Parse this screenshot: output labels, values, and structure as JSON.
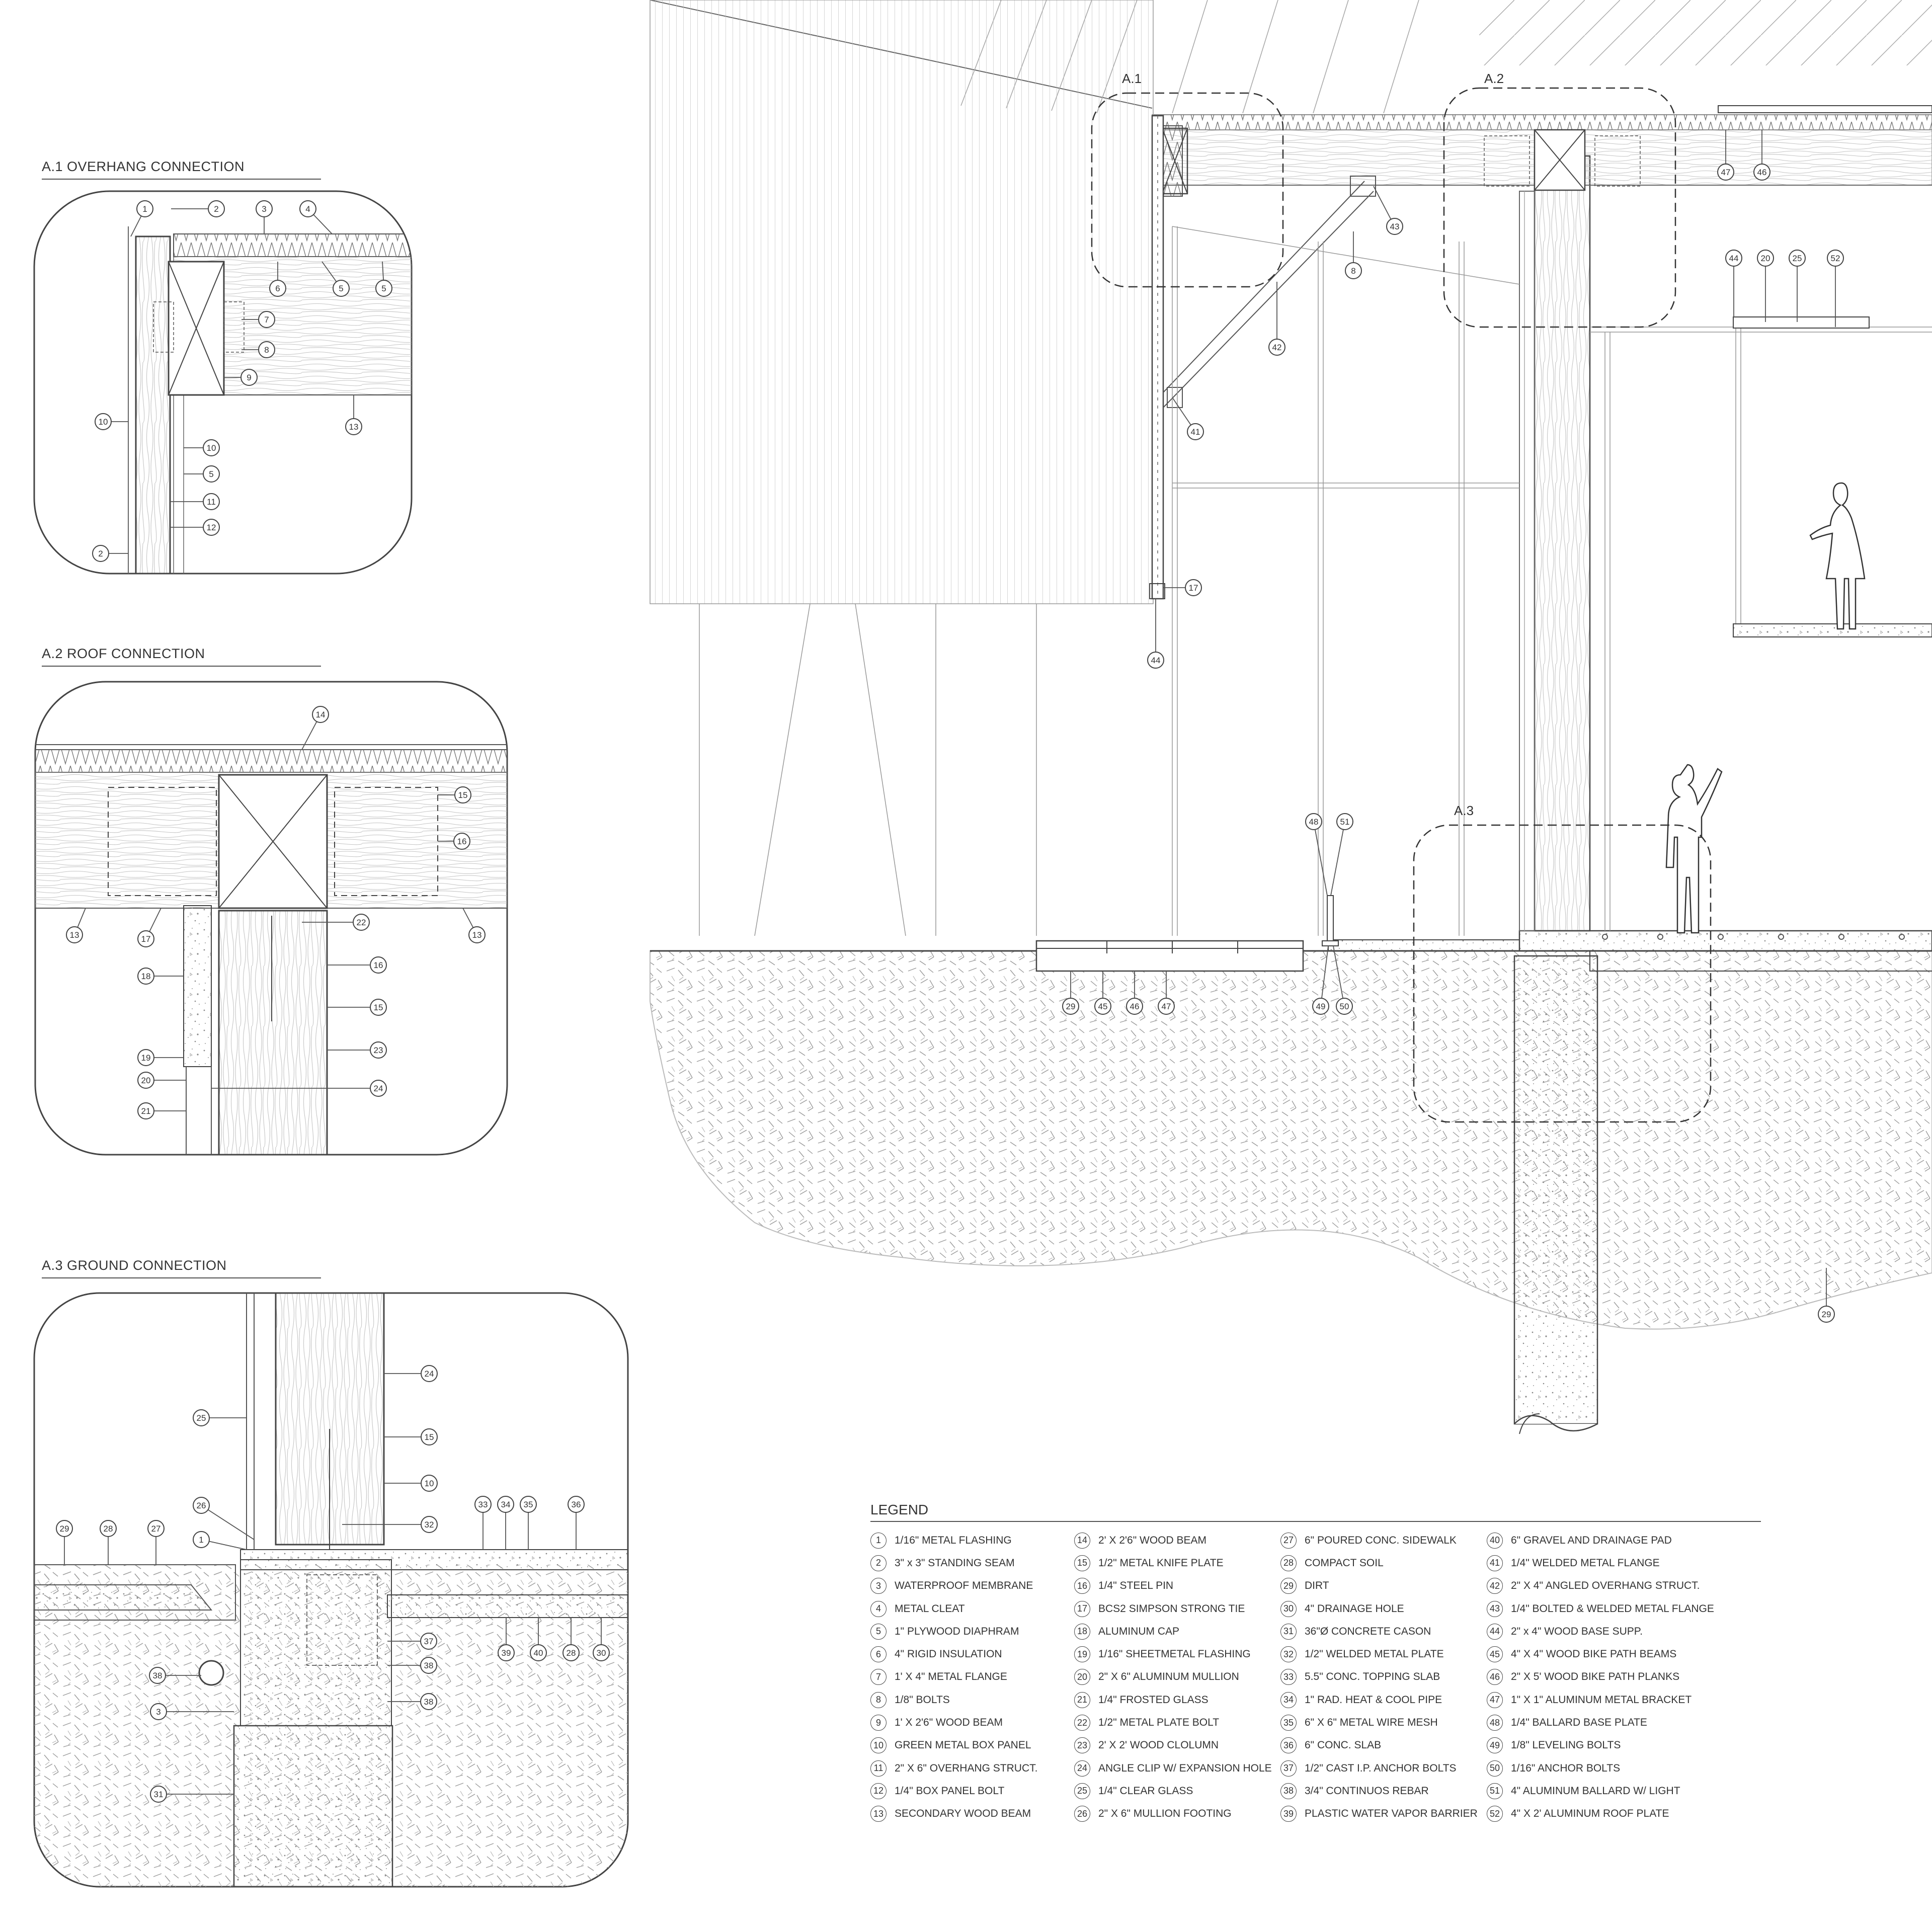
{
  "details": [
    {
      "id": "a1",
      "title": "A.1  OVERHANG CONNECTION"
    },
    {
      "id": "a2",
      "title": "A.2  ROOF CONNECTION"
    },
    {
      "id": "a3",
      "title": "A.3  GROUND CONNECTION"
    }
  ],
  "section_marks": [
    "A.1",
    "A.2",
    "A.3"
  ],
  "legend": {
    "title": "LEGEND",
    "items": [
      {
        "n": "1",
        "label": "1/16\" METAL FLASHING"
      },
      {
        "n": "2",
        "label": "3\" x 3\" STANDING SEAM"
      },
      {
        "n": "3",
        "label": "WATERPROOF MEMBRANE"
      },
      {
        "n": "4",
        "label": "METAL CLEAT"
      },
      {
        "n": "5",
        "label": "1\" PLYWOOD DIAPHRAM"
      },
      {
        "n": "6",
        "label": "4\" RIGID INSULATION"
      },
      {
        "n": "7",
        "label": "1' X 4\" METAL FLANGE"
      },
      {
        "n": "8",
        "label": "1/8\" BOLTS"
      },
      {
        "n": "9",
        "label": "1' X 2'6\" WOOD BEAM"
      },
      {
        "n": "10",
        "label": "GREEN METAL BOX PANEL"
      },
      {
        "n": "11",
        "label": "2\" X 6\" OVERHANG STRUCT."
      },
      {
        "n": "12",
        "label": "1/4\" BOX PANEL BOLT"
      },
      {
        "n": "13",
        "label": "SECONDARY WOOD BEAM"
      },
      {
        "n": "14",
        "label": "2' X 2'6\" WOOD BEAM"
      },
      {
        "n": "15",
        "label": "1/2\" METAL KNIFE PLATE"
      },
      {
        "n": "16",
        "label": "1/4\" STEEL PIN"
      },
      {
        "n": "17",
        "label": "BCS2 SIMPSON STRONG TIE"
      },
      {
        "n": "18",
        "label": "ALUMINUM CAP"
      },
      {
        "n": "19",
        "label": "1/16\" SHEETMETAL FLASHING"
      },
      {
        "n": "20",
        "label": "2\" X 6\" ALUMINUM MULLION"
      },
      {
        "n": "21",
        "label": "1/4\" FROSTED GLASS"
      },
      {
        "n": "22",
        "label": "1/2\" METAL PLATE BOLT"
      },
      {
        "n": "23",
        "label": "2' X 2' WOOD CLOLUMN"
      },
      {
        "n": "24",
        "label": "ANGLE CLIP W/ EXPANSION HOLE"
      },
      {
        "n": "25",
        "label": "1/4\" CLEAR GLASS"
      },
      {
        "n": "26",
        "label": "2\" X 6\" MULLION FOOTING"
      },
      {
        "n": "27",
        "label": "6\" POURED CONC. SIDEWALK"
      },
      {
        "n": "28",
        "label": "COMPACT SOIL"
      },
      {
        "n": "29",
        "label": "DIRT"
      },
      {
        "n": "30",
        "label": "4\" DRAINAGE HOLE"
      },
      {
        "n": "31",
        "label": "36\"Ø CONCRETE CASON"
      },
      {
        "n": "32",
        "label": "1/2\" WELDED METAL PLATE"
      },
      {
        "n": "33",
        "label": "5.5\" CONC. TOPPING SLAB"
      },
      {
        "n": "34",
        "label": "1\" RAD. HEAT & COOL PIPE"
      },
      {
        "n": "35",
        "label": "6\" X 6\" METAL WIRE MESH"
      },
      {
        "n": "36",
        "label": "6\" CONC. SLAB"
      },
      {
        "n": "37",
        "label": "1/2\" CAST I.P. ANCHOR BOLTS"
      },
      {
        "n": "38",
        "label": "3/4\" CONTINUOS REBAR"
      },
      {
        "n": "39",
        "label": "PLASTIC WATER VAPOR BARRIER"
      },
      {
        "n": "40",
        "label": "6\" GRAVEL AND DRAINAGE PAD"
      },
      {
        "n": "41",
        "label": "1/4\" WELDED METAL FLANGE"
      },
      {
        "n": "42",
        "label": "2\" X 4\" ANGLED OVERHANG STRUCT."
      },
      {
        "n": "43",
        "label": "1/4\" BOLTED & WELDED METAL FLANGE"
      },
      {
        "n": "44",
        "label": "2\" x 4\" WOOD BASE SUPP."
      },
      {
        "n": "45",
        "label": "4\" X 4\" WOOD BIKE PATH BEAMS"
      },
      {
        "n": "46",
        "label": "2\" X 5' WOOD BIKE PATH PLANKS"
      },
      {
        "n": "47",
        "label": "1\" X 1\" ALUMINUM METAL BRACKET"
      },
      {
        "n": "48",
        "label": "1/4\" BALLARD BASE PLATE"
      },
      {
        "n": "49",
        "label": "1/8\" LEVELING BOLTS"
      },
      {
        "n": "50",
        "label": "1/16\" ANCHOR BOLTS"
      },
      {
        "n": "51",
        "label": "4\" ALUMINUM BALLARD W/ LIGHT"
      },
      {
        "n": "52",
        "label": "4\" X 2' ALUMINUM ROOF PLATE"
      }
    ]
  },
  "callouts": {
    "a1": [
      "1",
      "2",
      "3",
      "4",
      "5",
      "5",
      "6",
      "7",
      "8",
      "9",
      "10",
      "10",
      "5",
      "11",
      "12",
      "2",
      "13"
    ],
    "a2": [
      "14",
      "15",
      "16",
      "13",
      "13",
      "17",
      "22",
      "18",
      "16",
      "15",
      "23",
      "19",
      "20",
      "24",
      "21"
    ],
    "a3": [
      "24",
      "25",
      "15",
      "10",
      "26",
      "32",
      "33",
      "34",
      "35",
      "36",
      "29",
      "28",
      "27",
      "1",
      "37",
      "38",
      "39",
      "40",
      "28",
      "30",
      "38",
      "3",
      "38",
      "31"
    ],
    "section": [
      "47",
      "46",
      "43",
      "8",
      "44",
      "20",
      "25",
      "52",
      "42",
      "41",
      "17",
      "44",
      "48",
      "51",
      "29",
      "45",
      "46",
      "47",
      "49",
      "50",
      "29"
    ]
  }
}
